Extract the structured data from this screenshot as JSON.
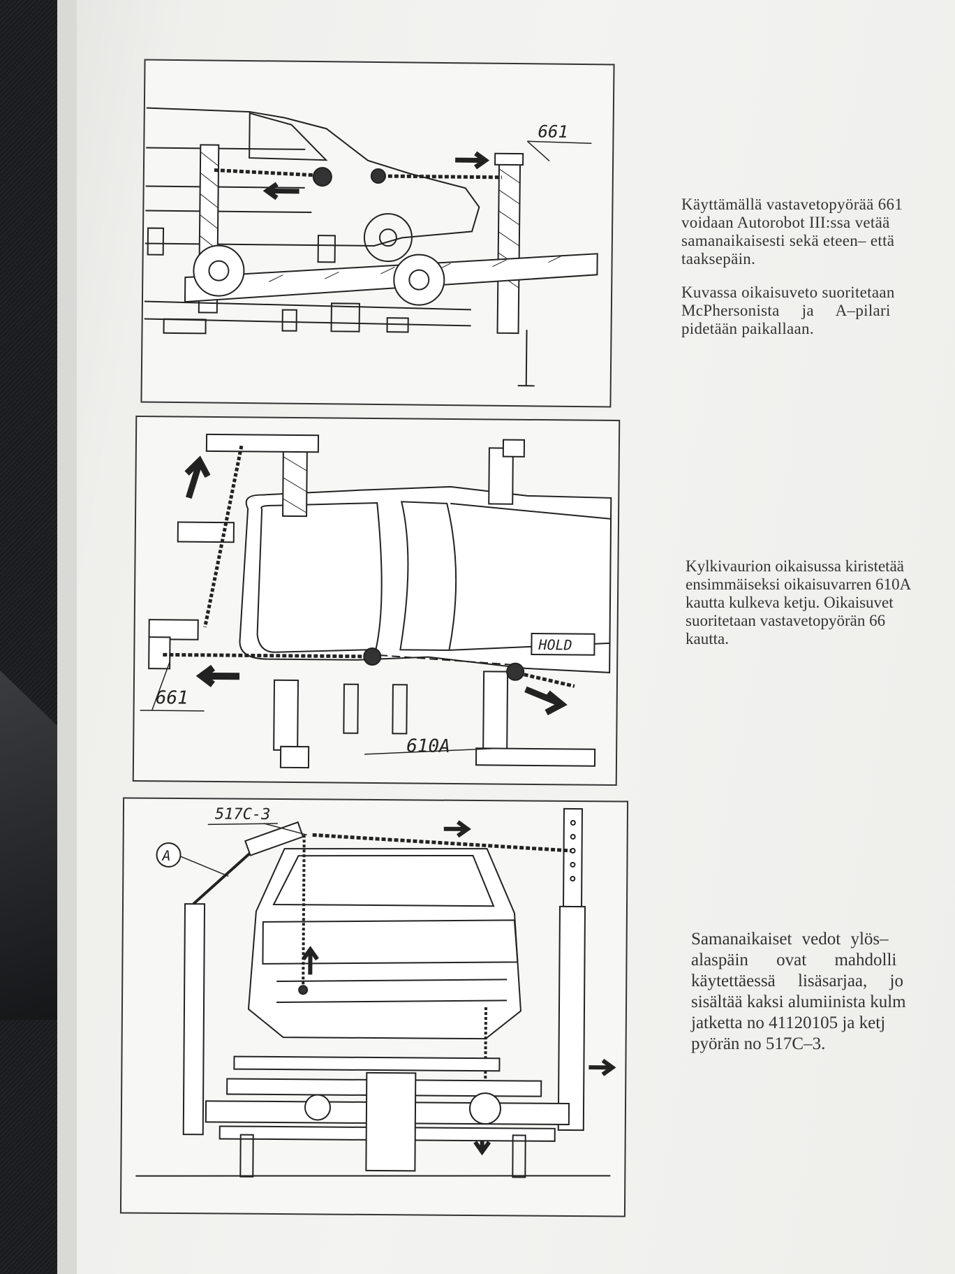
{
  "figures": [
    {
      "labels": [
        "661"
      ],
      "caption_lines": [
        "Käyttämällä vastavetopyörää 661",
        "voidaan Autorobot III:ssa vetää",
        "samanaikaisesti sekä eteen– että",
        "taaksepäin.",
        "",
        "Kuvassa oikaisuveto suoritetaan",
        "McPhersonista ja A–pilari",
        "pidetään paikallaan."
      ]
    },
    {
      "labels": [
        "661",
        "610A",
        "HOLD"
      ],
      "caption_lines": [
        "Kylkivaurion oikaisussa kiristetää",
        "ensimmäiseksi oikaisuvarren 610A",
        "kautta kulkeva ketju. Oikaisuvet",
        "suoritetaan vastavetopyörän 66",
        "kautta."
      ]
    },
    {
      "labels": [
        "517C-3",
        "A"
      ],
      "caption_lines": [
        "Samanaikaiset vedot ylös–",
        "alaspäin ovat mahdolli",
        "käytettäessä lisäsarjaa, jo",
        "sisältää kaksi alumiinista kulm",
        "jatketta no 41120105 ja ketj",
        "pyörän no 517C–3."
      ]
    }
  ]
}
